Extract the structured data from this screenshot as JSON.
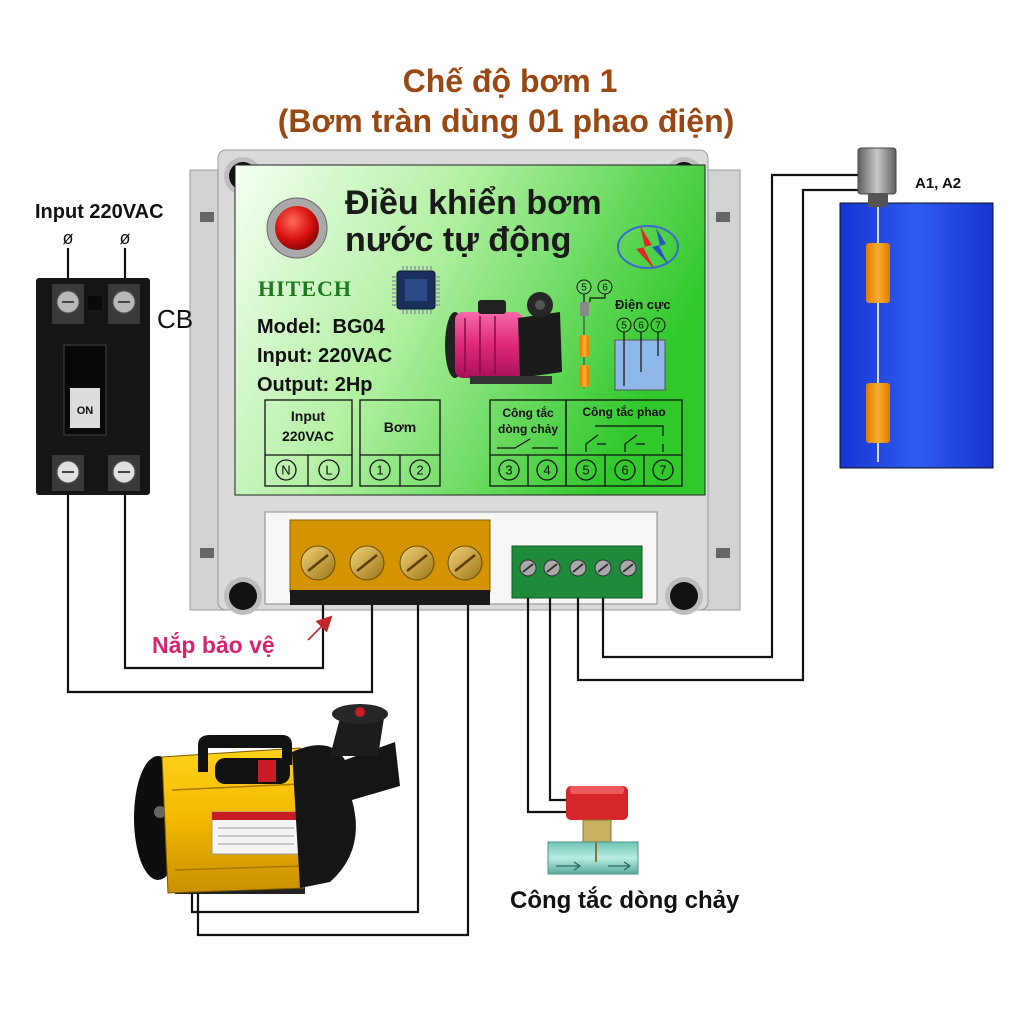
{
  "title": "Chế độ bơm 1",
  "subtitle": "(Bơm tràn dùng 01 phao điện)",
  "breaker": {
    "input_label": "Input 220VAC",
    "phase_symbol": "ø",
    "label": "CB",
    "switch_state": "ON"
  },
  "controller": {
    "heading": [
      "Điều khiển bơm",
      "nước tự động"
    ],
    "brand": "HITECH",
    "specs": [
      "Model:  BG04",
      "Input: 220VAC",
      "Output: 2Hp"
    ],
    "float_diagram": {
      "terminals": [
        "5",
        "6"
      ],
      "electrode_label": "Điện cực",
      "electrode_terminals": [
        "5",
        "6",
        "7"
      ]
    },
    "terminal_groups": [
      {
        "label": [
          "Input",
          "220VAC"
        ],
        "terminals": [
          "N",
          "L"
        ]
      },
      {
        "label": [
          "Bơm"
        ],
        "terminals": [
          "1",
          "2"
        ]
      },
      {
        "label": [
          "Công tắc",
          "dòng chảy"
        ],
        "terminals": [
          "3",
          "4"
        ]
      },
      {
        "label": [
          "Công tắc phao"
        ],
        "terminals": [
          "5",
          "6",
          "7"
        ]
      }
    ]
  },
  "protective_cover_label": "Nắp bảo vệ",
  "electrode_probe_label": "A1, A2",
  "flow_switch_label": "Công tắc dòng chảy",
  "icons": [
    "power-button-icon",
    "chip-icon",
    "lightning-logo-icon",
    "pump-icon",
    "float-switch-icon"
  ],
  "colors": {
    "title": "#9a4813",
    "cover_label": "#d6246e",
    "tank": "#1f3fe0",
    "label_green": "#33c92e",
    "button_red": "#d81010"
  }
}
